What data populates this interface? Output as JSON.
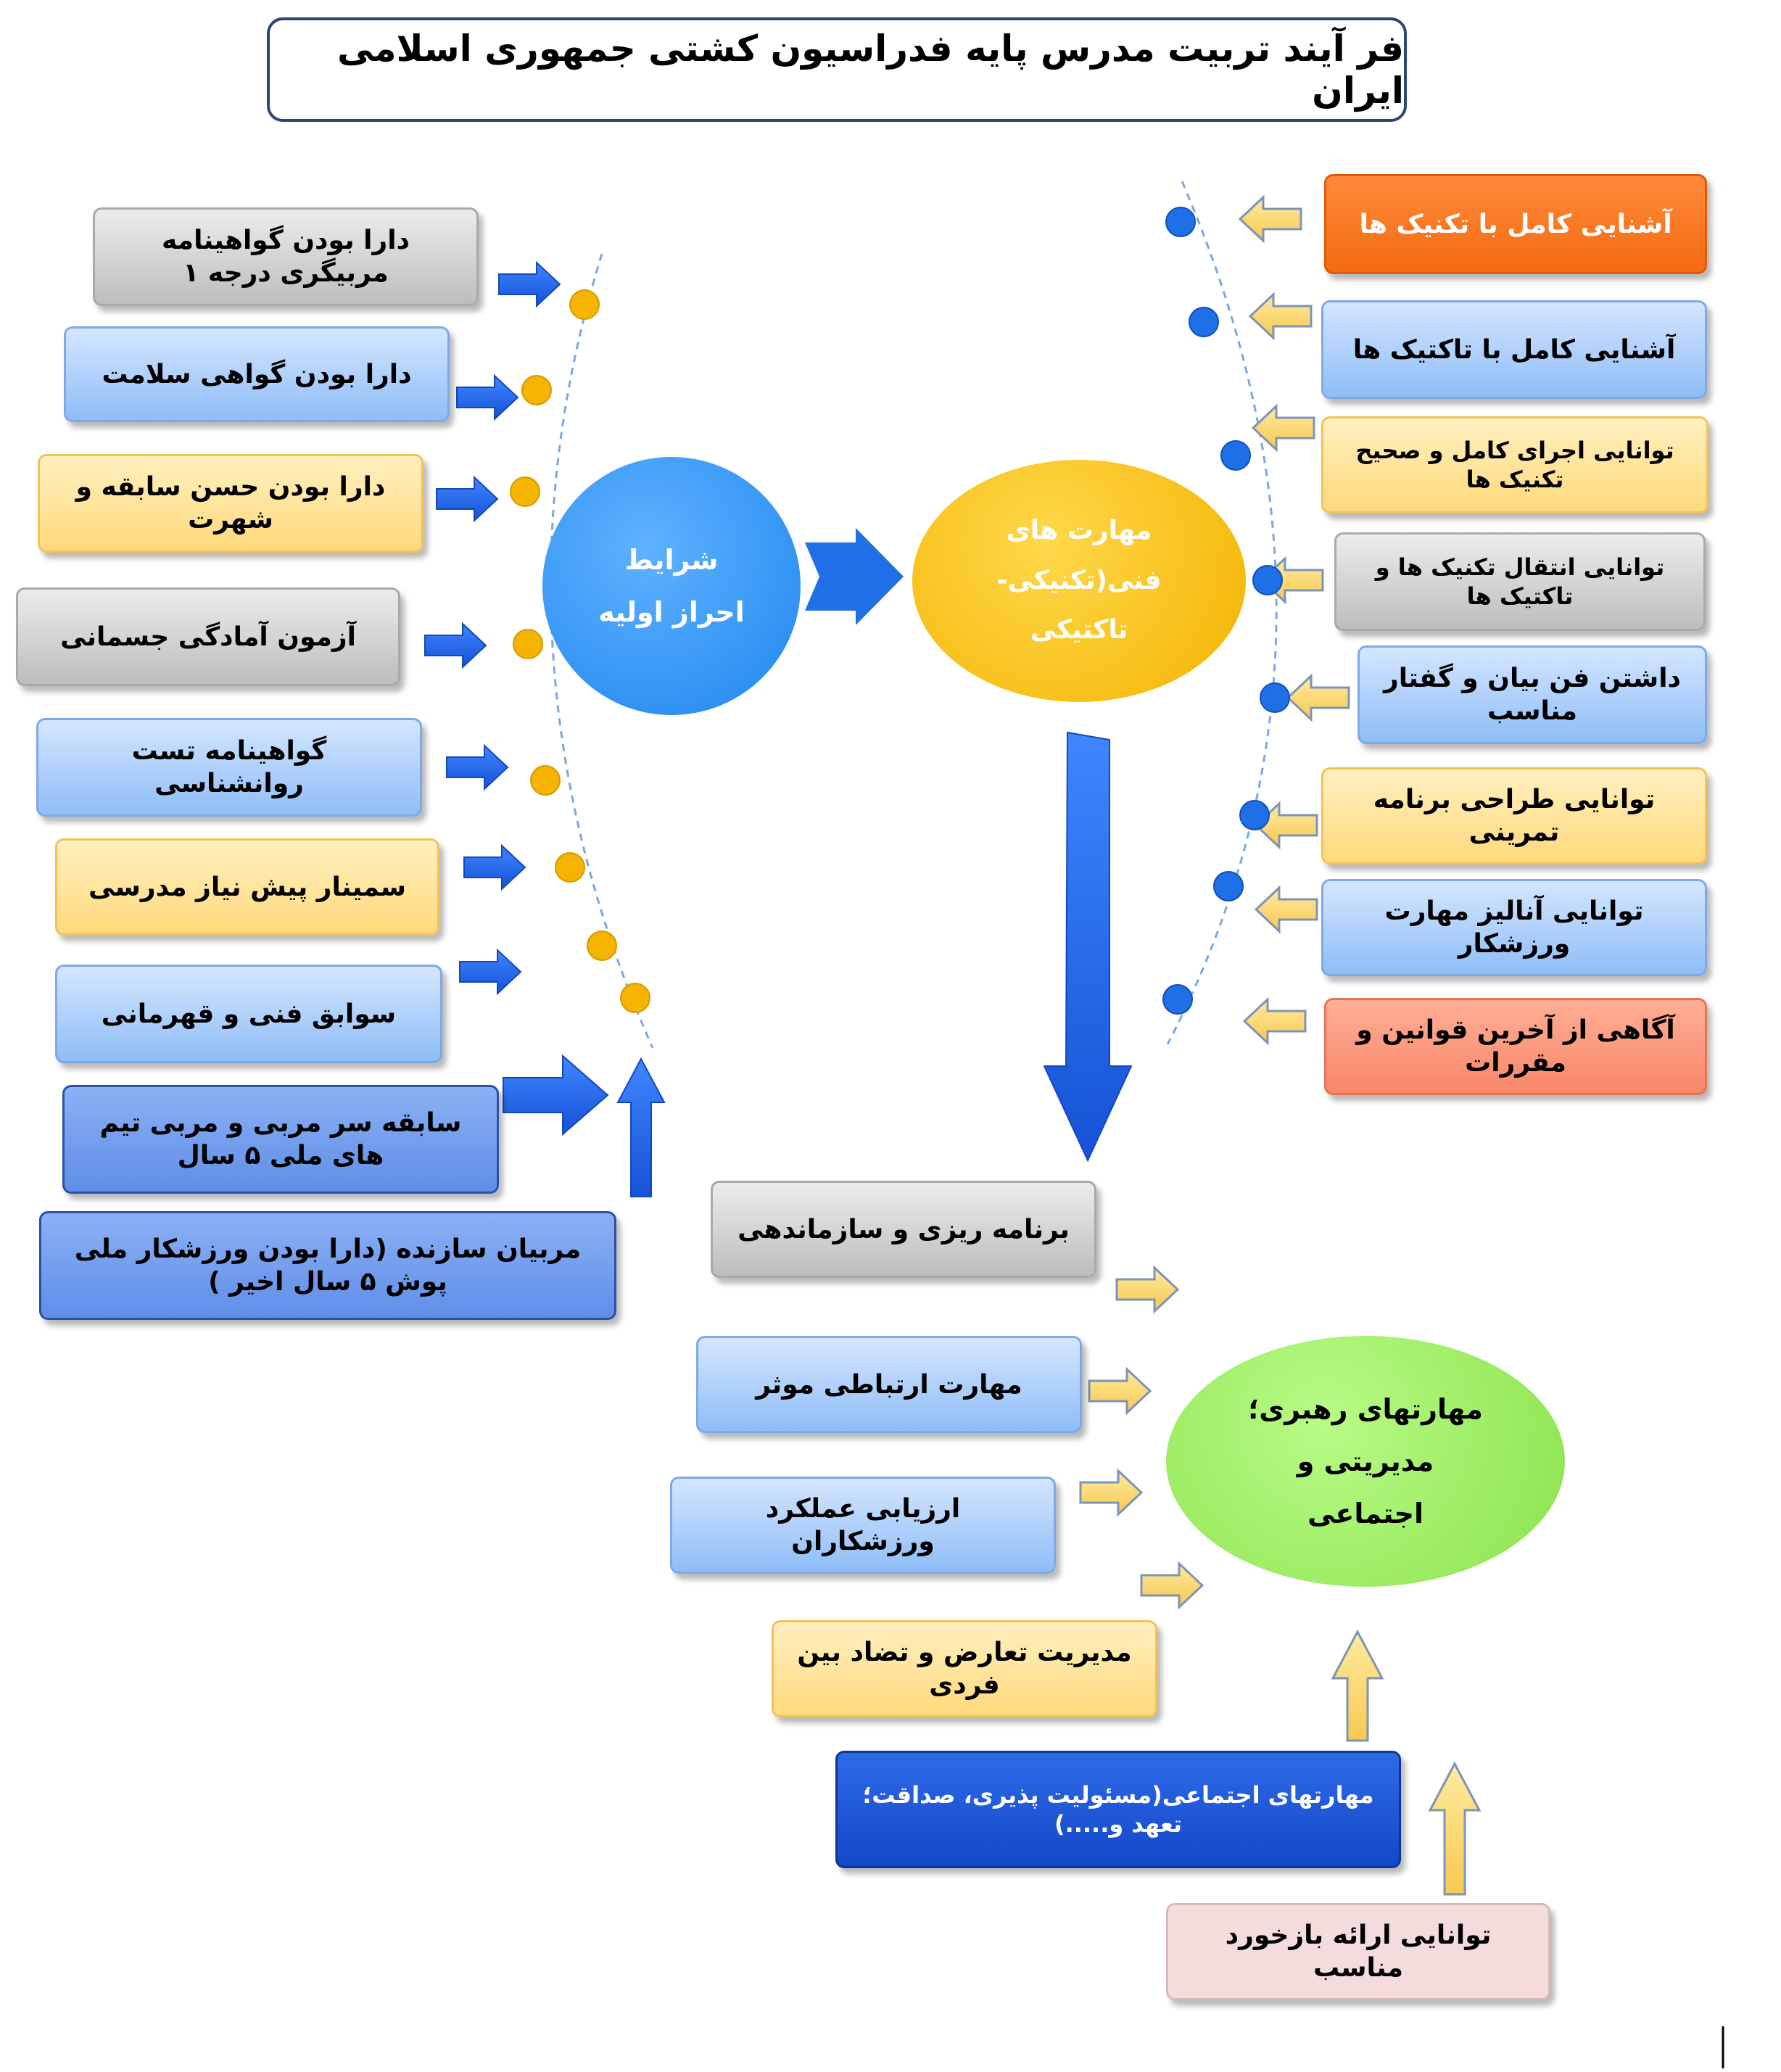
{
  "title": "فر آیند تربیت مدرس پایه فدراسیون کشتی جمهوری اسلامی ایران",
  "centers": {
    "initial_conditions": "شرایط احراز اولیه",
    "technical_skills": "مهارت های فنی(تکنیکی-تاکتیکی",
    "leadership_skills": "مهارتهای رهبری؛ مدیریتی و اجتماعی"
  },
  "initial_conditions_items": [
    "دارا بودن گواهینامه مربیگری درجه ۱",
    "دارا بودن گواهی سلامت",
    "دارا بودن حسن سابقه و شهرت",
    "آزمون آمادگی جسمانی",
    "گواهینامه تست روانشناسی",
    "سمینار پیش نیاز مدرسی",
    "سوابق فنی و قهرمانی",
    "سابقه سر مربی و مربی تیم های ملی ۵ سال",
    "مربیان سازنده (دارا بودن ورزشکار ملی پوش ۵ سال اخیر )"
  ],
  "technical_skills_items": [
    "آشنایی کامل با تکنیک ها",
    "آشنایی کامل با تاکتیک ها",
    "توانایی اجرای کامل و صحیح تکنیک ها",
    "توانایی انتقال تکنیک ها و تاکتیک ها",
    "داشتن فن بیان و گفتار مناسب",
    "توانایی طراحی برنامه تمرینی",
    "توانایی آنالیز مهارت ورزشکار",
    "آگاهی از آخرین قوانین و مقررات"
  ],
  "leadership_skills_items": [
    "برنامه ریزی و سازماندهی",
    "مهارت ارتباطی موثر",
    "ارزیابی عملکرد ورزشکاران",
    "مدیریت تعارض و تضاد بین فردی",
    "مهارتهای اجتماعی(مسئولیت پذیری، صداقت؛ تعهد و.....)",
    "توانایی ارائه بازخورد مناسب"
  ]
}
